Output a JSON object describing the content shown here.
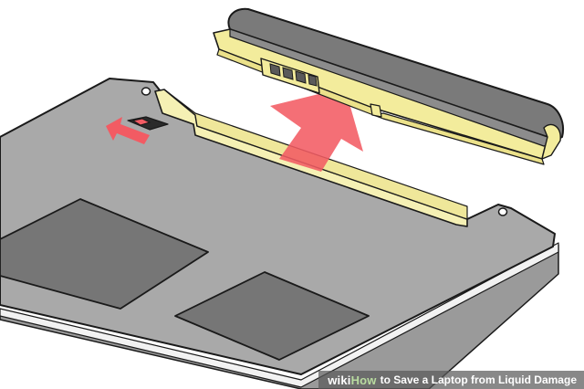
{
  "watermark": {
    "brand_prefix": "wiki",
    "brand_suffix": "How",
    "title": "to Save a Laptop from Liquid Damage"
  },
  "illustration": {
    "subject": "laptop-underside-battery-removal",
    "colors": {
      "laptop_body": "#a9a9a9",
      "laptop_panel_dark": "#767676",
      "battery_bay": "#f5f0b4",
      "battery_body": "#7a7a7a",
      "battery_rail": "#f3ec9c",
      "arrow_red": "#f25b63",
      "outline": "#1a1a1a",
      "edge_white": "#f2f2f2"
    }
  }
}
